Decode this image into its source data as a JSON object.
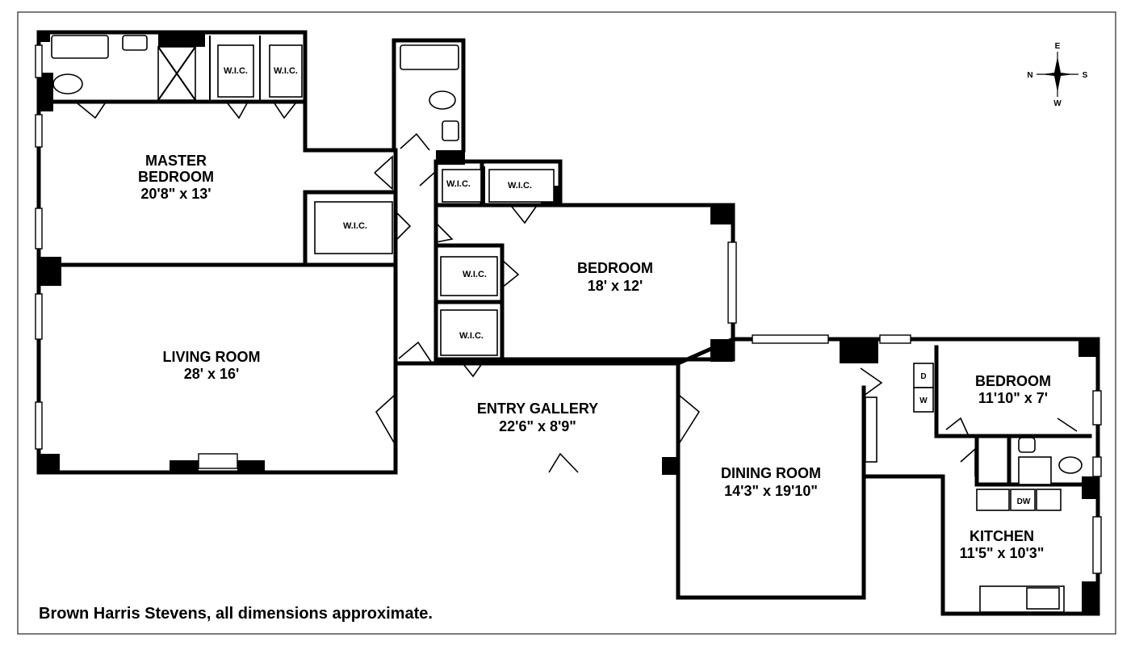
{
  "rooms": {
    "master_bedroom": {
      "name_line1": "MASTER",
      "name_line2": "BEDROOM",
      "dims": "20'8\" x 13'"
    },
    "living_room": {
      "name": "LIVING ROOM",
      "dims": "28' x 16'"
    },
    "bedroom_2": {
      "name": "BEDROOM",
      "dims": "18' x 12'"
    },
    "entry_gallery": {
      "name": "ENTRY GALLERY",
      "dims": "22'6\" x 8'9\""
    },
    "dining_room": {
      "name": "DINING ROOM",
      "dims": "14'3\" x 19'10\""
    },
    "bedroom_3": {
      "name": "BEDROOM",
      "dims": "11'10\" x 7'"
    },
    "kitchen": {
      "name": "KITCHEN",
      "dims": "11'5\" x 10'3\""
    }
  },
  "closets": {
    "master_wic_1": "W.I.C.",
    "master_wic_2": "W.I.C.",
    "master_wic_3": "W.I.C.",
    "hall_wic_1": "W.I.C.",
    "hall_wic_2": "W.I.C.",
    "bedroom_wic_1": "W.I.C.",
    "bedroom_wic_2": "W.I.C."
  },
  "appliances": {
    "dryer": "D",
    "washer": "W",
    "dishwasher": "DW"
  },
  "compass": {
    "north": "N",
    "south": "S",
    "east": "E",
    "west": "W"
  },
  "footer": "Brown Harris Stevens, all dimensions approximate."
}
